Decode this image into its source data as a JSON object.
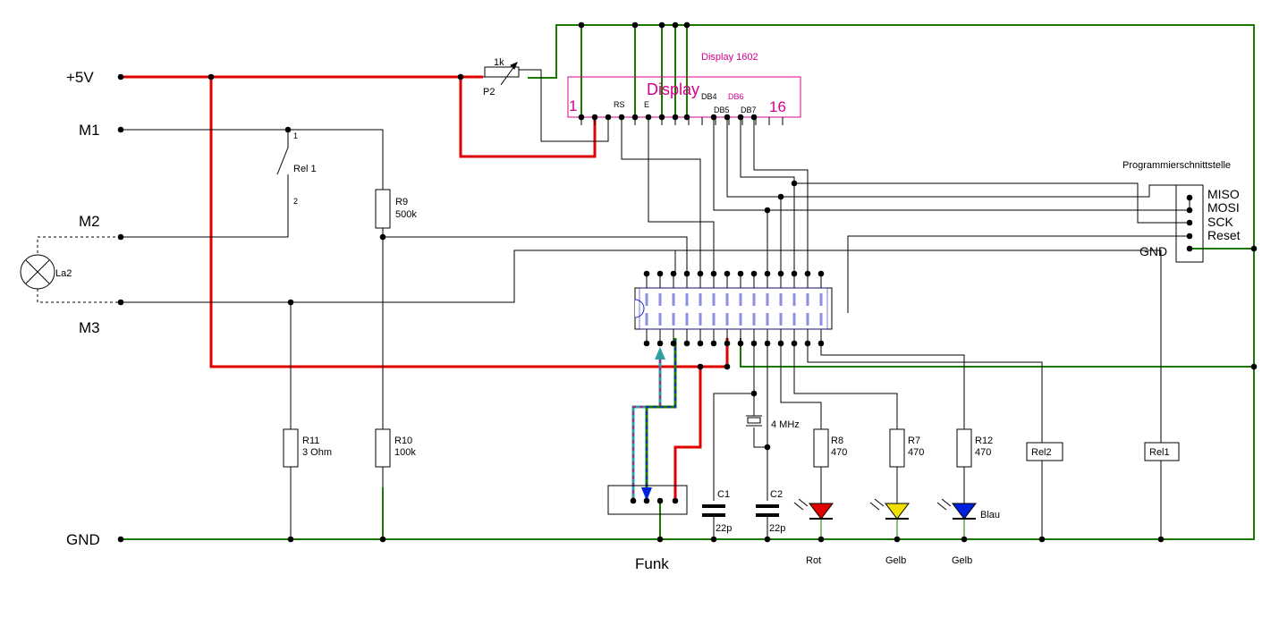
{
  "rails": {
    "vcc": "+5V",
    "m1": "M1",
    "m2": "M2",
    "m3": "M3",
    "gnd": "GND"
  },
  "components": {
    "lamp": "La2",
    "relay_contact": "Rel 1",
    "relay_pin1": "1",
    "relay_pin2": "2",
    "pot_ref": "P2",
    "pot_value": "1k",
    "r9_ref": "R9",
    "r9_value": "500k",
    "r11_ref": "R11",
    "r11_value": "3  Ohm",
    "r10_ref": "R10",
    "r10_value": "100k",
    "crystal_value": "4 MHz",
    "c1_ref": "C1",
    "c1_value": "22p",
    "c2_ref": "C2",
    "c2_value": "22p",
    "r8_ref": "R8",
    "r8_value": "470",
    "r7_ref": "R7",
    "r7_value": "470",
    "r12_ref": "R12",
    "r12_value": "470",
    "led_red_label": "Rot",
    "led_yellow_label": "Gelb",
    "led_blue_side": "Blau",
    "led_blue_label": "Gelb",
    "rel2_box": "Rel2",
    "rel1_box": "Rel1",
    "funk_label": "Funk"
  },
  "display": {
    "title": "Display 1602",
    "center_label": "Display",
    "pin_first": "1",
    "pin_last": "16",
    "rs": "RS",
    "e": "E",
    "db4": "DB4",
    "db5": "DB5",
    "db6": "DB6",
    "db7": "DB7"
  },
  "programmer": {
    "title": "Programmierschnittstelle",
    "miso": "MISO",
    "mosi": "MOSI",
    "sck": "SCK",
    "reset": "Reset",
    "gnd": "GND"
  },
  "colors": {
    "vcc_wire": "#e00000",
    "gnd_wire": "#1a7a00",
    "signal_wire": "#000000",
    "display_outline": "#d4008c",
    "mcu_pins": "#2020c0",
    "led_red": "#e00000",
    "led_yellow": "#f0e000",
    "led_blue": "#0020e0",
    "cyan_wire": "#2fa0a0"
  }
}
